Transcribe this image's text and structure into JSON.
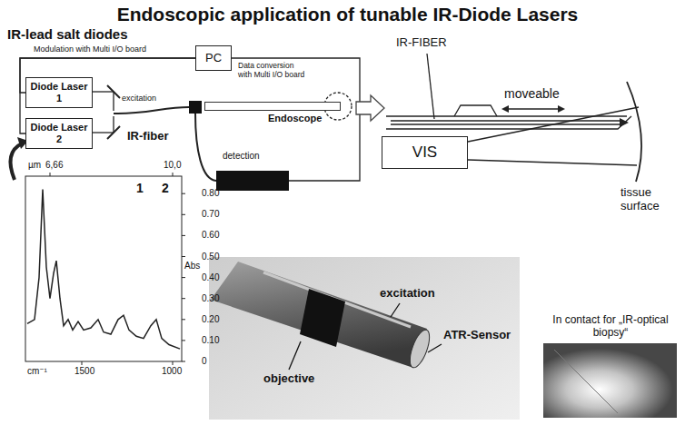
{
  "diagram": {
    "title": "Endoscopic application of tunable IR-Diode Lasers",
    "nodes": [
      {
        "text": [
          "PC"
        ]
      },
      {
        "text": [
          "Diode Laser 1"
        ]
      },
      {
        "text": [
          "Diode Laser 2"
        ]
      },
      {
        "text": [
          "Endoscope"
        ]
      },
      {
        "text": [
          "VIS"
        ]
      }
    ],
    "edges": [
      {
        "from": 0,
        "to": 1,
        "arrow": "none",
        "label": "Modulation with Multi I/O board"
      },
      {
        "from": 0,
        "to": 2,
        "arrow": "none"
      }
    ],
    "labels": [
      "IR-lead salt diodes",
      "Data conversion with Multi I/O board",
      "excitation",
      "IR-fiber",
      "detection",
      "IR-FIBER",
      "moveable",
      "tissue surface",
      "µm",
      "6,66",
      "10,0",
      "1",
      "2",
      "0.80",
      "0.70",
      "0.60",
      "0.50",
      "0.40",
      "0.30",
      "0.20",
      "0.10",
      "0",
      "Abs",
      "cm⁻¹",
      "1500",
      "1000",
      "excitation",
      "objective",
      "ATR-Sensor",
      "In contact for „IR-optical biopsy“"
    ]
  }
}
